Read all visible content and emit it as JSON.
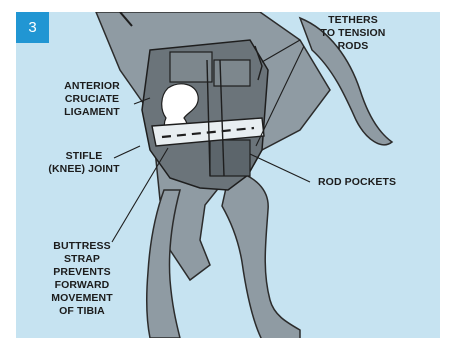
{
  "figure_number": "3",
  "labels": {
    "tethers": "TETHERS\nTO TENSION\nRODS",
    "acl": "ANTERIOR\nCRUCIATE\nLIGAMENT",
    "stifle": "STIFLE\n(KNEE) JOINT",
    "rod_pockets": "ROD POCKETS",
    "buttress": "BUTTRESS\nSTRAP\nPREVENTS\nFORWARD\nMOVEMENT\nOF TIBIA"
  },
  "colors": {
    "background": "#c6e3f1",
    "dog": "#8f9ba3",
    "brace": "#6b747a",
    "badge": "#2196d3"
  }
}
